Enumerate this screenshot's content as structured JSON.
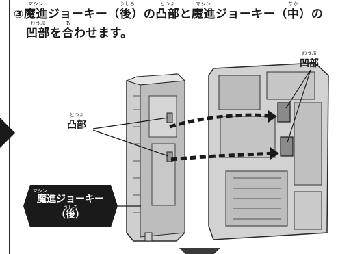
{
  "step": {
    "number": "③",
    "line1": [
      {
        "text": "魔進",
        "ruby": "マシン"
      },
      {
        "text": "ジョーキー（"
      },
      {
        "text": "後",
        "ruby": "うしろ"
      },
      {
        "text": "）の"
      },
      {
        "text": "凸部",
        "ruby": "とつぶ"
      },
      {
        "text": "と"
      },
      {
        "text": "魔進",
        "ruby": "マシン"
      },
      {
        "text": "ジョーキー（"
      },
      {
        "text": "中",
        "ruby": "なか"
      },
      {
        "text": "）の"
      }
    ],
    "line2": [
      {
        "text": "凹部",
        "ruby": "おうぶ"
      },
      {
        "text": "を"
      },
      {
        "text": "合",
        "ruby": "あ"
      },
      {
        "text": "わせます。"
      }
    ]
  },
  "labels": {
    "outo": {
      "text": "凸部",
      "ruby": "とつぶ"
    },
    "ouro": {
      "text": "凹部",
      "ruby": "おうぶ"
    }
  },
  "badge": {
    "ruby1": "マシン",
    "title": "魔進ジョーキー",
    "ruby2": "うしろ",
    "sub": "（後）"
  }
}
